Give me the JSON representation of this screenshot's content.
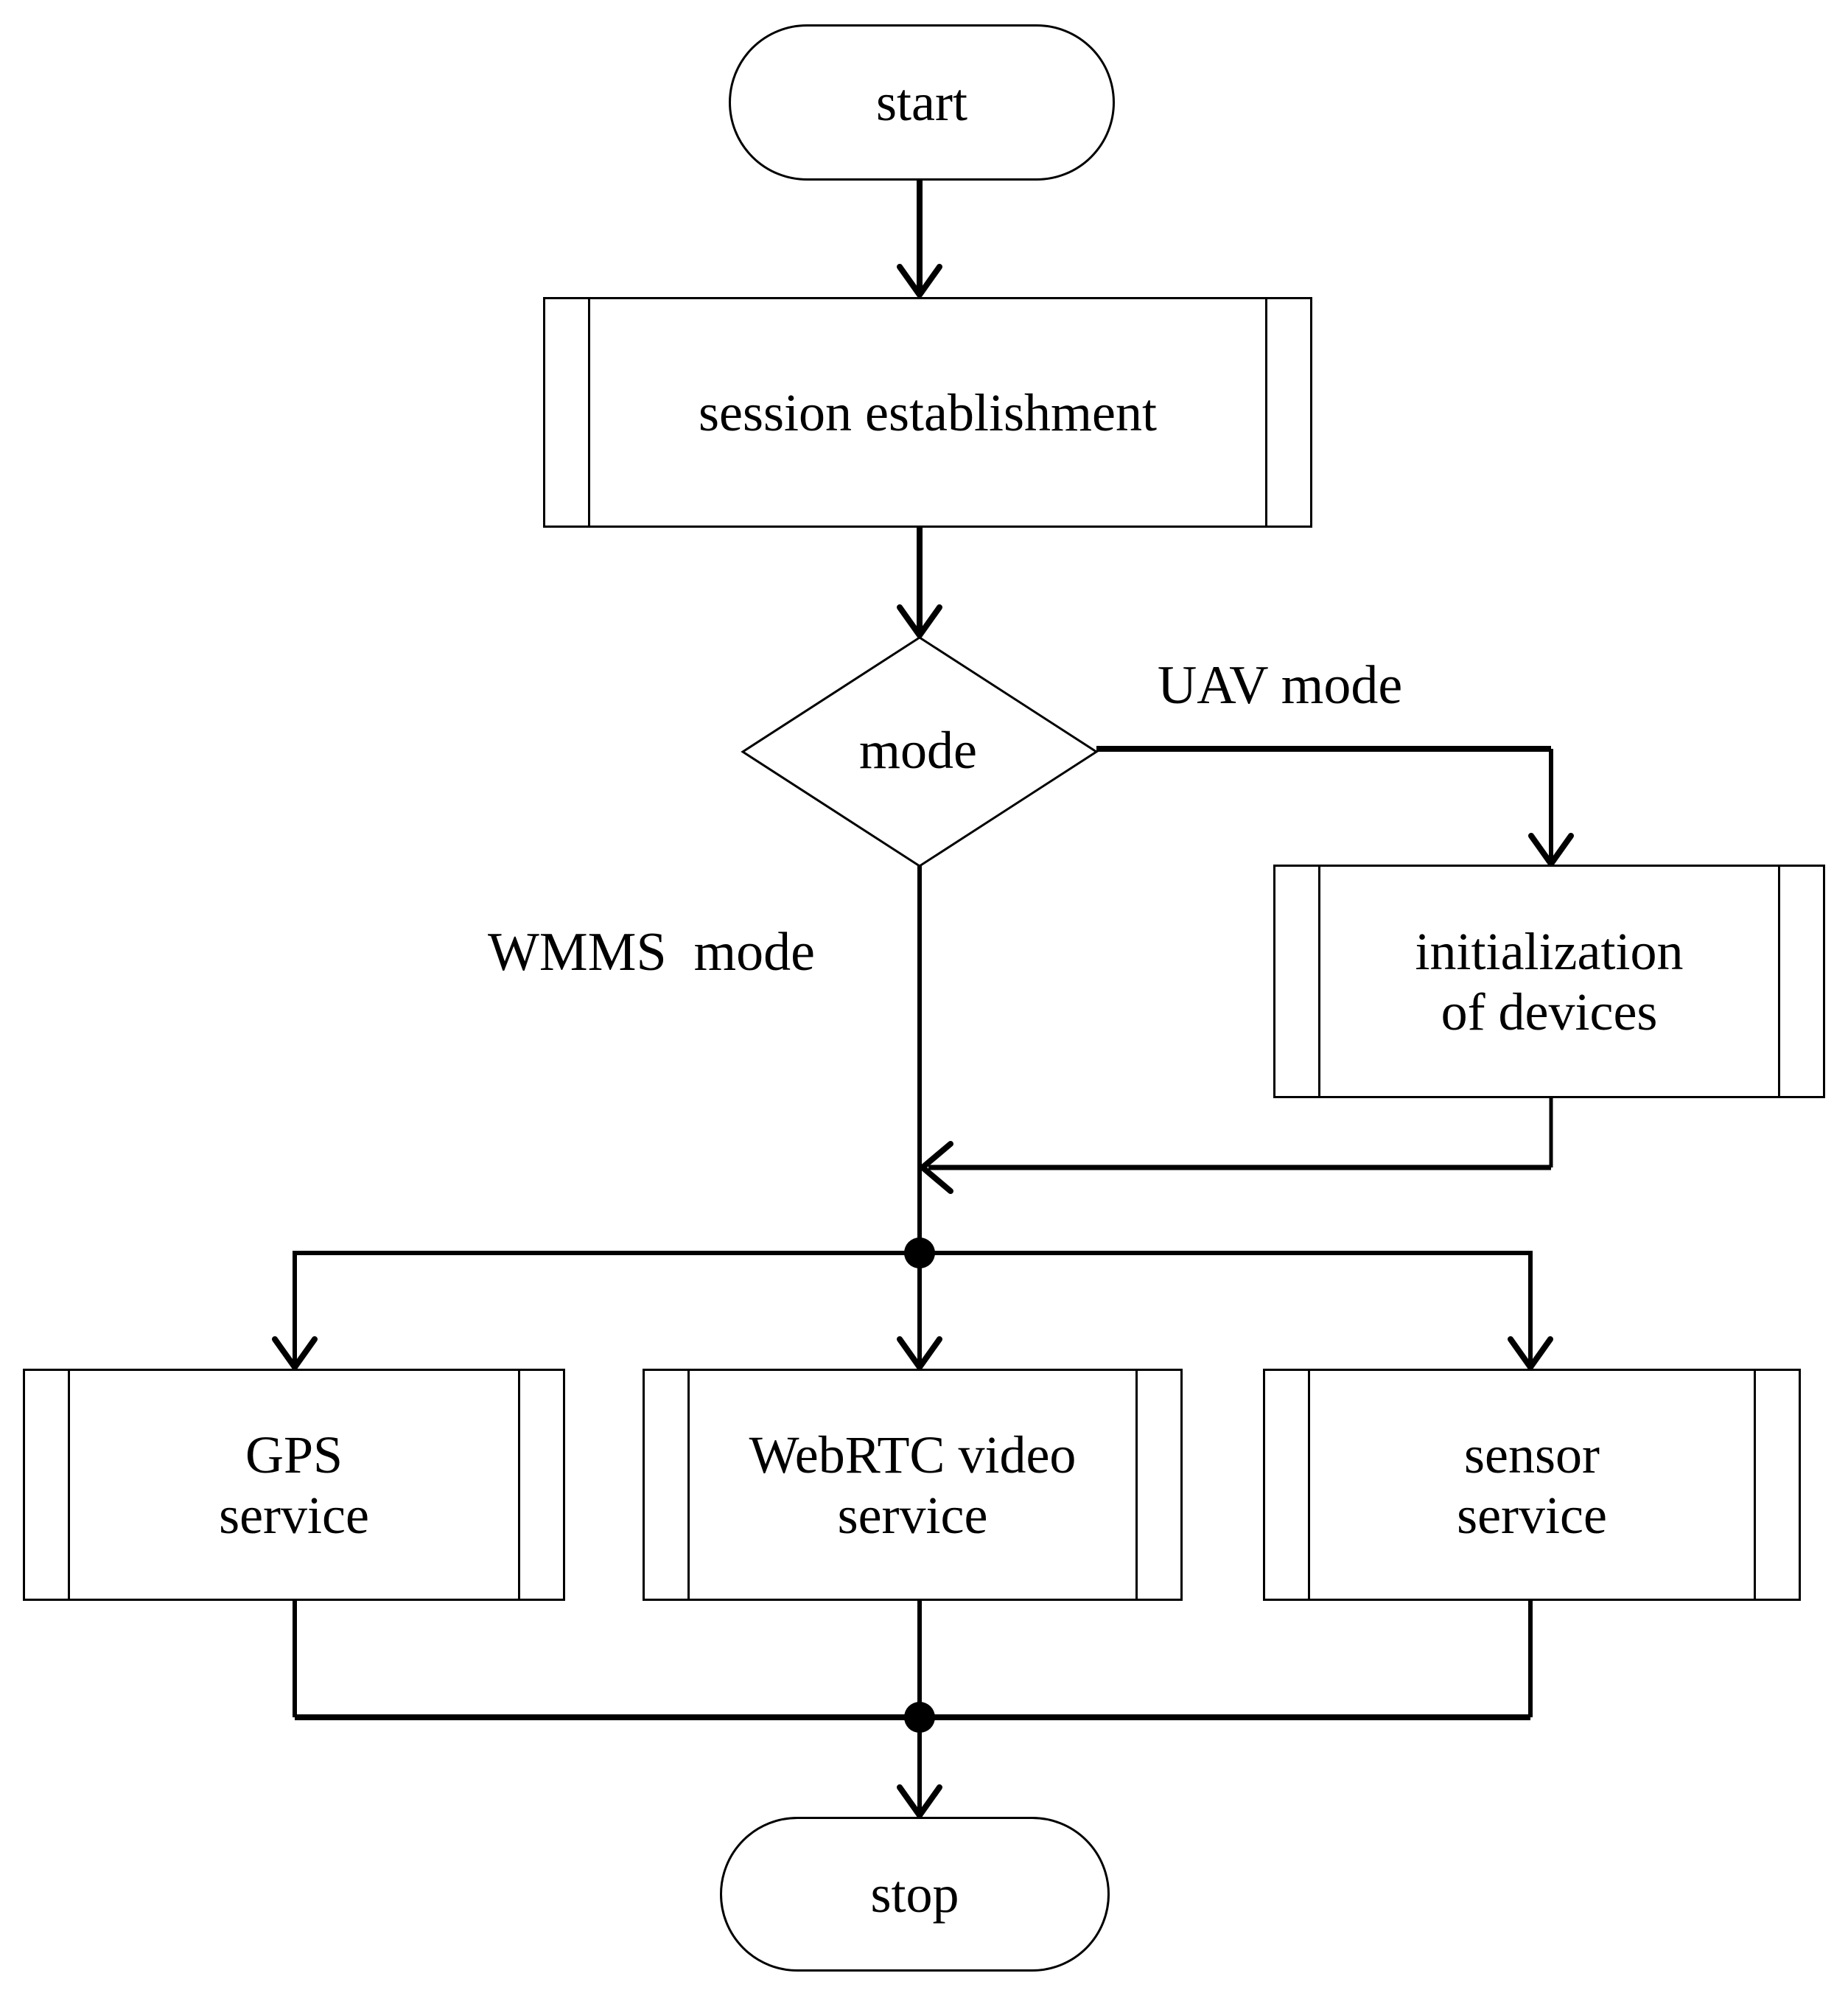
{
  "flowchart": {
    "nodes": {
      "start": {
        "label": "start",
        "shape": "terminator"
      },
      "session_establishment": {
        "label": "session establishment",
        "shape": "predefined-process"
      },
      "mode_decision": {
        "label": "mode",
        "shape": "decision"
      },
      "initialization_of_devices": {
        "lines": [
          "initialization",
          "of devices"
        ],
        "shape": "predefined-process"
      },
      "gps_service": {
        "lines": [
          "GPS",
          "service"
        ],
        "shape": "predefined-process"
      },
      "webrtc_video_service": {
        "lines": [
          "WebRTC video",
          "service"
        ],
        "shape": "predefined-process"
      },
      "sensor_service": {
        "lines": [
          "sensor",
          "service"
        ],
        "shape": "predefined-process"
      },
      "stop": {
        "label": "stop",
        "shape": "terminator"
      }
    },
    "branch_labels": {
      "uav_mode": "UAV mode",
      "wmms_mode": "WMMS  mode"
    },
    "colors": {
      "line": "#000000",
      "background": "#ffffff"
    }
  }
}
